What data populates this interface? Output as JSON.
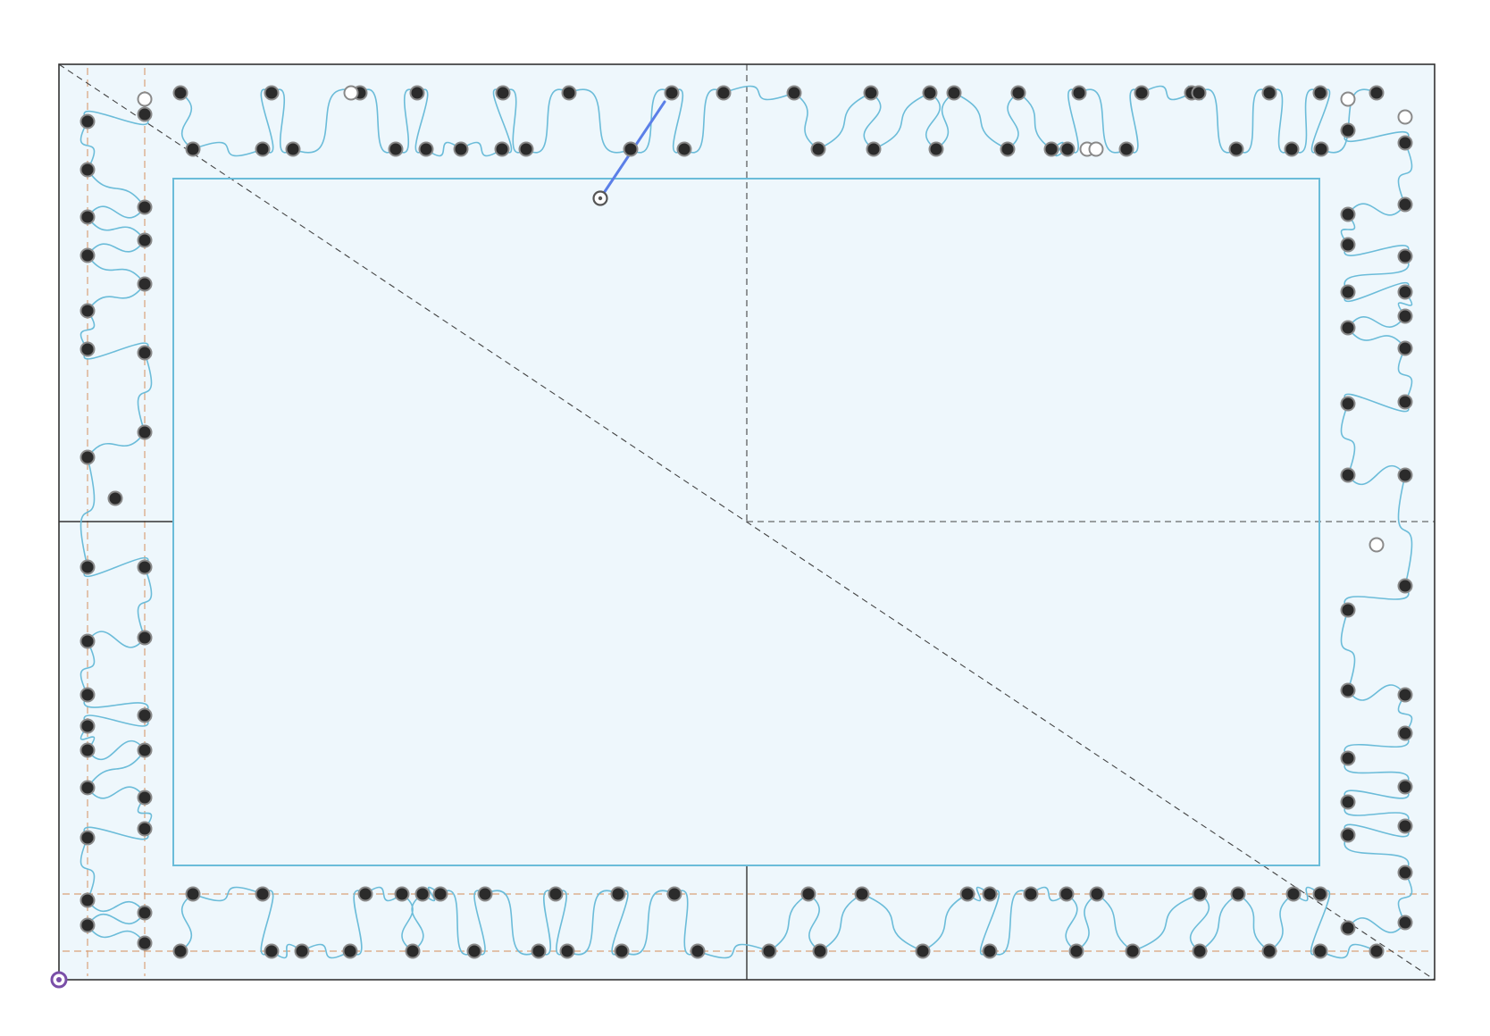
{
  "canvas": {
    "background_color": "#ffffff",
    "panel_fill": "#eef7fc",
    "frame_color": "#333333",
    "curve_color": "#6bbcd9",
    "guide_color": "#d9a27a",
    "dash_color": "#444444",
    "handle_color": "#5b7fe8",
    "origin_color": "#7a4fa8"
  },
  "pattern": {
    "name": "border-quilting-pattern",
    "outer_frame": "rectangle",
    "inner_frame": "rectangle",
    "guides": [
      "diagonal",
      "horizontal-center",
      "vertical-center",
      "orange-border-guides"
    ],
    "selected_node": "handle-with-tangent",
    "origin_marker": "bottom-left"
  }
}
